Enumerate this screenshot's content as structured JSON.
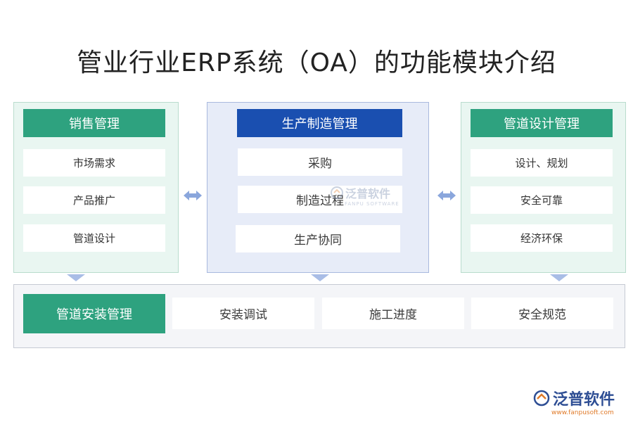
{
  "title": "管业行业ERP系统（OA）的功能模块介绍",
  "modules": {
    "sales": {
      "header": "销售管理",
      "items": [
        "市场需求",
        "产品推广",
        "管道设计"
      ]
    },
    "production": {
      "header": "生产制造管理",
      "items": [
        "采购",
        "制造过程",
        "生产协同"
      ]
    },
    "design": {
      "header": "管道设计管理",
      "items": [
        "设计、规划",
        "安全可靠",
        "经济环保"
      ]
    },
    "installation": {
      "header": "管道安装管理",
      "items": [
        "安装调试",
        "施工进度",
        "安全规范"
      ]
    }
  },
  "watermark": {
    "name": "泛普软件",
    "sub": "FANPU SOFTWARE"
  },
  "logo": {
    "name": "泛普软件",
    "url": "www.fanpusoft.com"
  },
  "colors": {
    "green": "#2ea27f",
    "blue": "#1a4fb0",
    "connector": "#8aa6dc"
  },
  "icons": [
    "double-arrow-icon",
    "down-arrow-icon",
    "fanpu-logo-icon"
  ]
}
